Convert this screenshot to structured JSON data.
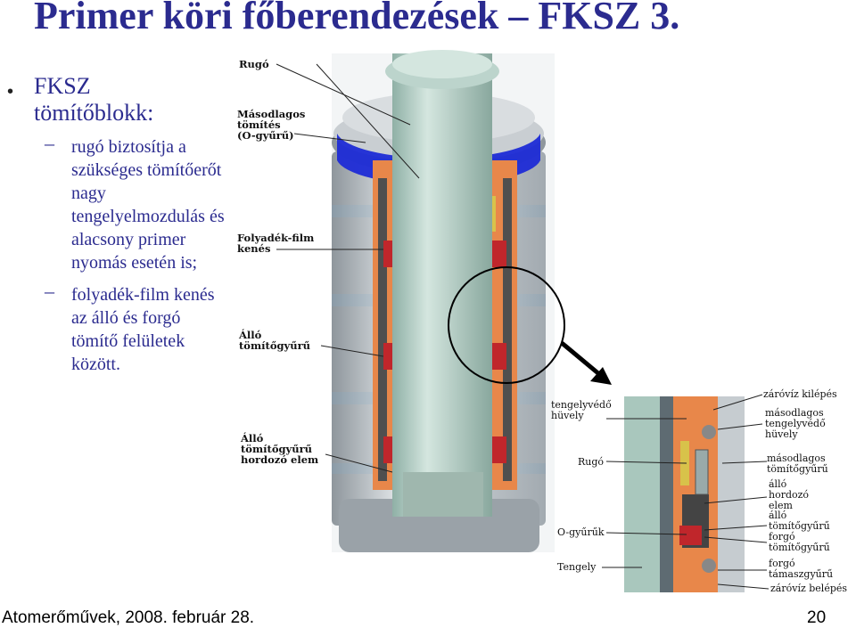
{
  "title": "Primer köri főberendezések – FKSZ 3.",
  "bullets": {
    "main": "FKSZ tömítőblokk:",
    "sub1": "rugó biztosítja a szükséges tömítőerőt nagy tengelyelmozdulás és alacsony primer nyomás esetén is;",
    "sub2": "folyadék-film kenés az álló és forgó tömítő felületek között."
  },
  "main_diagram_labels": {
    "rugo": "Rugó",
    "masodlagos": "Másodlagos\ntömítés\n(O-gyűrű)",
    "folyadek": "Folyadék-film\nkenés",
    "allo": "Álló\ntömítőgyűrű",
    "hordozo": "Álló\ntömítőgyűrű\nhordozó elem"
  },
  "detail_labels": {
    "tengelyvedo": "tengelyvédő\nhüvely",
    "rugo": "Rugó",
    "ogyuruk": "O-gyűrűk",
    "tengely": "Tengely",
    "zarovizkilepes": "záróvíz kilépés",
    "masodlagos_tengely": "másodlagos\ntengelyvédő\nhüvely",
    "masodlagos_tomito": "másodlagos\ntömítőgyűrű",
    "allo_hordozo": "álló\nhordozó\nelem",
    "allo_tomito": "álló\ntömítőgyűrű",
    "forgo_tomito": "forgó\ntömítőgyűrű",
    "forgo_tamasz": "forgó\ntámaszgyűrű",
    "zarovizbelepes": "záróvíz belépés"
  },
  "footer": "Atomerőművek, 2008. február 28.",
  "page_number": "20",
  "colors": {
    "title": "#2b2b8f",
    "casing": "#b9c0c6",
    "shaft": "#a9c7bd",
    "orange": "#e8874a",
    "blue": "#1e2bd6",
    "red": "#c0262b"
  }
}
